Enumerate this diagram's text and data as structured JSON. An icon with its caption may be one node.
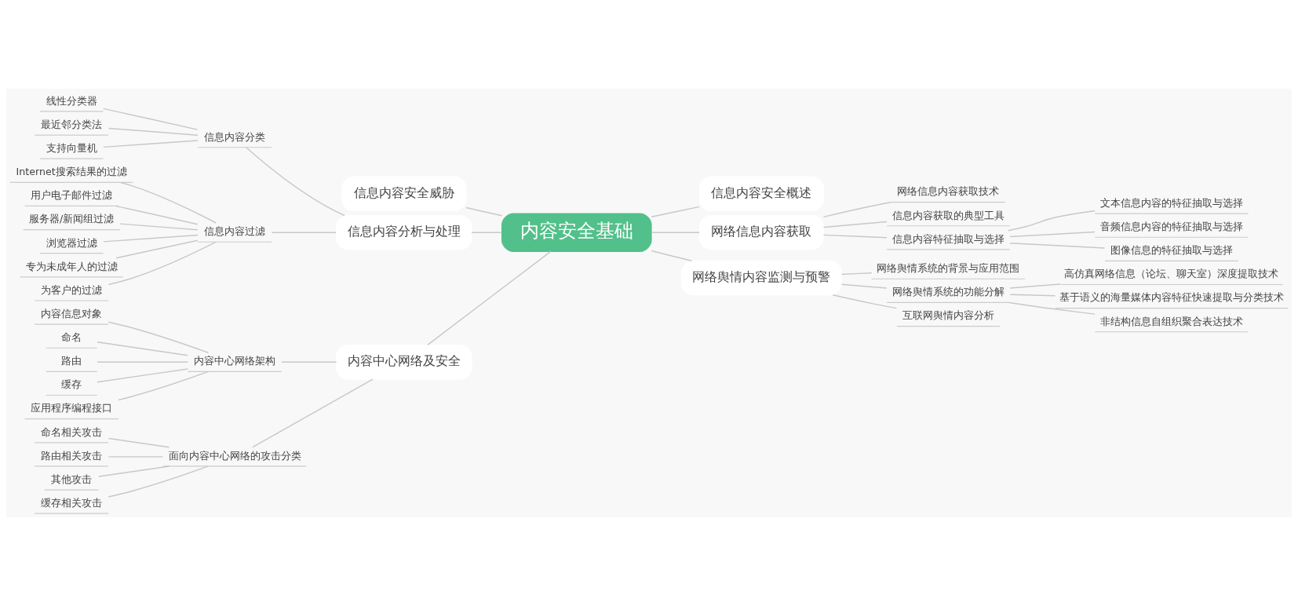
{
  "diagram": {
    "nodes": [
      {
        "text": [
          "内容安全基础"
        ]
      },
      {
        "text": [
          "信息内容安全概述"
        ]
      },
      {
        "text": [
          "网络信息内容获取"
        ]
      },
      {
        "text": [
          "网络信息内容获取技术"
        ]
      },
      {
        "text": [
          "信息内容获取的典型工具"
        ]
      },
      {
        "text": [
          "信息内容特征抽取与选择"
        ]
      },
      {
        "text": [
          "文本信息内容的特征抽取与选择"
        ]
      },
      {
        "text": [
          "音频信息内容的特征抽取与选择"
        ]
      },
      {
        "text": [
          "图像信息的特征抽取与选择"
        ]
      },
      {
        "text": [
          "网络舆情内容监测与预警"
        ]
      },
      {
        "text": [
          "网络舆情系统的背景与应用范围"
        ]
      },
      {
        "text": [
          "网络舆情系统的功能分解"
        ]
      },
      {
        "text": [
          "高仿真网络信息（论坛、聊天室）深度提取技术"
        ]
      },
      {
        "text": [
          "基于语义的海量媒体内容特征快速提取与分类技术"
        ]
      },
      {
        "text": [
          "非结构信息自组织聚合表达技术"
        ]
      },
      {
        "text": [
          "互联网舆情内容分析"
        ]
      },
      {
        "text": [
          "信息内容安全威胁"
        ]
      },
      {
        "text": [
          "信息内容分析与处理"
        ]
      },
      {
        "text": [
          "信息内容分类"
        ]
      },
      {
        "text": [
          "线性分类器"
        ]
      },
      {
        "text": [
          "最近邻分类法"
        ]
      },
      {
        "text": [
          "支持向量机"
        ]
      },
      {
        "text": [
          "信息内容过滤"
        ]
      },
      {
        "text": [
          "Internet搜索结果的过滤"
        ]
      },
      {
        "text": [
          "用户电子邮件过滤"
        ]
      },
      {
        "text": [
          "服务器/新闻组过滤"
        ]
      },
      {
        "text": [
          "浏览器过滤"
        ]
      },
      {
        "text": [
          "专为未成年人的过滤"
        ]
      },
      {
        "text": [
          "为客户的过滤"
        ]
      },
      {
        "text": [
          "内容中心网络及安全"
        ]
      },
      {
        "text": [
          "内容中心网络架构"
        ]
      },
      {
        "text": [
          "内容信息对象"
        ]
      },
      {
        "text": [
          "命名"
        ]
      },
      {
        "text": [
          "路由"
        ]
      },
      {
        "text": [
          "缓存"
        ]
      },
      {
        "text": [
          "应用程序编程接口"
        ]
      },
      {
        "text": [
          "面向内容中心网络的攻击分类"
        ]
      },
      {
        "text": [
          "命名相关攻击"
        ]
      },
      {
        "text": [
          "路由相关攻击"
        ]
      },
      {
        "text": [
          "其他攻击"
        ]
      },
      {
        "text": [
          "缓存相关攻击"
        ]
      }
    ],
    "edges": [
      {
        "from": 0,
        "to": 1,
        "arrow": "none"
      },
      {
        "from": 0,
        "to": 2,
        "arrow": "none"
      },
      {
        "from": 2,
        "to": 3,
        "arrow": "none"
      },
      {
        "from": 2,
        "to": 4,
        "arrow": "none"
      },
      {
        "from": 2,
        "to": 5,
        "arrow": "none"
      },
      {
        "from": 5,
        "to": 6,
        "arrow": "none"
      },
      {
        "from": 5,
        "to": 7,
        "arrow": "none"
      },
      {
        "from": 5,
        "to": 8,
        "arrow": "none"
      },
      {
        "from": 0,
        "to": 9,
        "arrow": "none"
      },
      {
        "from": 9,
        "to": 10,
        "arrow": "none"
      },
      {
        "from": 9,
        "to": 11,
        "arrow": "none"
      },
      {
        "from": 11,
        "to": 12,
        "arrow": "none"
      },
      {
        "from": 11,
        "to": 13,
        "arrow": "none"
      },
      {
        "from": 11,
        "to": 14,
        "arrow": "none"
      },
      {
        "from": 9,
        "to": 15,
        "arrow": "none"
      },
      {
        "from": 16,
        "to": 0,
        "arrow": "none"
      },
      {
        "from": 17,
        "to": 0,
        "arrow": "none"
      },
      {
        "from": 18,
        "to": 17,
        "arrow": "none"
      },
      {
        "from": 19,
        "to": 18,
        "arrow": "none"
      },
      {
        "from": 20,
        "to": 18,
        "arrow": "none"
      },
      {
        "from": 21,
        "to": 18,
        "arrow": "none"
      },
      {
        "from": 22,
        "to": 17,
        "arrow": "none"
      },
      {
        "from": 23,
        "to": 22,
        "arrow": "none"
      },
      {
        "from": 24,
        "to": 22,
        "arrow": "none"
      },
      {
        "from": 25,
        "to": 22,
        "arrow": "none"
      },
      {
        "from": 26,
        "to": 22,
        "arrow": "none"
      },
      {
        "from": 27,
        "to": 22,
        "arrow": "none"
      },
      {
        "from": 28,
        "to": 22,
        "arrow": "none"
      },
      {
        "from": 29,
        "to": 0,
        "arrow": "none"
      },
      {
        "from": 30,
        "to": 29,
        "arrow": "none"
      },
      {
        "from": 31,
        "to": 30,
        "arrow": "none"
      },
      {
        "from": 32,
        "to": 30,
        "arrow": "none"
      },
      {
        "from": 33,
        "to": 30,
        "arrow": "none"
      },
      {
        "from": 34,
        "to": 30,
        "arrow": "none"
      },
      {
        "from": 35,
        "to": 30,
        "arrow": "none"
      },
      {
        "from": 36,
        "to": 29,
        "arrow": "none"
      },
      {
        "from": 37,
        "to": 36,
        "arrow": "none"
      },
      {
        "from": 38,
        "to": 36,
        "arrow": "none"
      },
      {
        "from": 39,
        "to": 36,
        "arrow": "none"
      },
      {
        "from": 40,
        "to": 36,
        "arrow": "none"
      }
    ]
  }
}
